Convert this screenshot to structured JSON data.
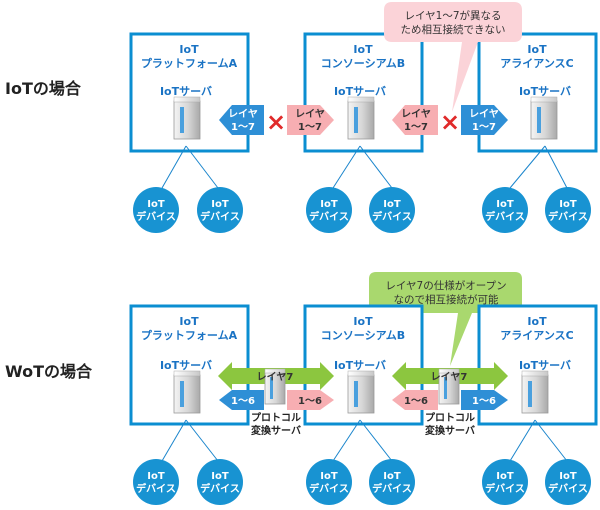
{
  "sections": [
    {
      "label": "IoTの場合",
      "platforms": [
        {
          "title1": "IoT",
          "title2": "プラットフォームA",
          "server": "IoTサーバ",
          "devices": [
            [
              "IoT",
              "デバイス"
            ],
            [
              "IoT",
              "デバイス"
            ]
          ]
        },
        {
          "title1": "IoT",
          "title2": "コンソーシアムB",
          "server": "IoTサーバ",
          "devices": [
            [
              "IoT",
              "デバイス"
            ],
            [
              "IoT",
              "デバイス"
            ]
          ]
        },
        {
          "title1": "IoT",
          "title2": "アライアンスC",
          "server": "IoTサーバ",
          "devices": [
            [
              "IoT",
              "デバイス"
            ],
            [
              "IoT",
              "デバイス"
            ]
          ]
        }
      ],
      "layer_arrows": [
        [
          "レイヤ",
          "1～7"
        ],
        [
          "レイヤ",
          "1～7"
        ],
        [
          "レイヤ",
          "1～7"
        ],
        [
          "レイヤ",
          "1～7"
        ]
      ],
      "blocked_marks": [
        "×",
        "×"
      ],
      "callout": [
        "レイヤ1～7が異なる",
        "ため相互接続できない"
      ]
    },
    {
      "label": "WoTの場合",
      "platforms": [
        {
          "title1": "IoT",
          "title2": "プラットフォームA",
          "server": "IoTサーバ",
          "devices": [
            [
              "IoT",
              "デバイス"
            ],
            [
              "IoT",
              "デバイス"
            ]
          ]
        },
        {
          "title1": "IoT",
          "title2": "コンソーシアムB",
          "server": "IoTサーバ",
          "devices": [
            [
              "IoT",
              "デバイス"
            ],
            [
              "IoT",
              "デバイス"
            ]
          ]
        },
        {
          "title1": "IoT",
          "title2": "アライアンスC",
          "server": "IoTサーバ",
          "devices": [
            [
              "IoT",
              "デバイス"
            ],
            [
              "IoT",
              "デバイス"
            ]
          ]
        }
      ],
      "layer7_labels": [
        "レイヤ7",
        "レイヤ7"
      ],
      "layer16_labels": [
        "1～6",
        "1～6",
        "1～6",
        "1～6"
      ],
      "gateways": [
        [
          "プロトコル",
          "変換サーバ"
        ],
        [
          "プロトコル",
          "変換サーバ"
        ]
      ],
      "callout": [
        "レイヤ7の仕様がオープン",
        "なので相互接続が可能"
      ]
    }
  ],
  "colors": {
    "box_border": "#0b8ed1",
    "title_blue": "#1a73c4",
    "device_circle": "#1893d2",
    "arrow_blue": "#2e8fd6",
    "arrow_pink": "#f7aeb2",
    "arrow_green": "#8cc63f",
    "cross_red": "#e02a2a",
    "callout_pink": "#fbd3d8",
    "callout_green": "#a9d86e"
  }
}
